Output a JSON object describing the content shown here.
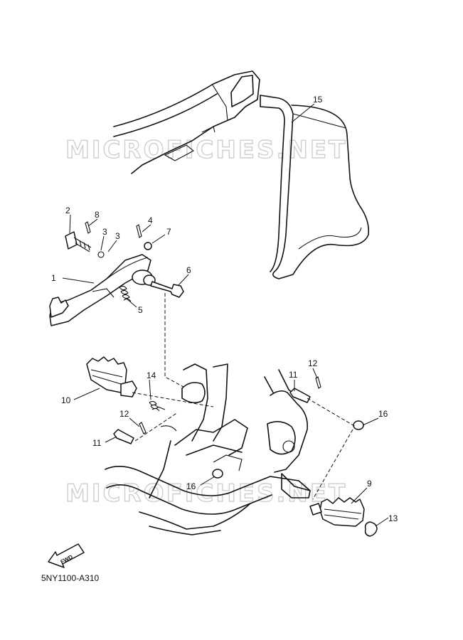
{
  "diagram": {
    "watermark": "MICROFICHES.NET",
    "diagram_code": "5NY1100-A310",
    "fwd_label": "FWD",
    "callouts": [
      {
        "id": "c1",
        "label": "1"
      },
      {
        "id": "c2",
        "label": "2"
      },
      {
        "id": "c3a",
        "label": "3"
      },
      {
        "id": "c3b",
        "label": "3"
      },
      {
        "id": "c4",
        "label": "4"
      },
      {
        "id": "c5",
        "label": "5"
      },
      {
        "id": "c6",
        "label": "6"
      },
      {
        "id": "c7",
        "label": "7"
      },
      {
        "id": "c8",
        "label": "8"
      },
      {
        "id": "c9",
        "label": "9"
      },
      {
        "id": "c10",
        "label": "10"
      },
      {
        "id": "c11a",
        "label": "11"
      },
      {
        "id": "c11b",
        "label": "11"
      },
      {
        "id": "c12a",
        "label": "12"
      },
      {
        "id": "c12b",
        "label": "12"
      },
      {
        "id": "c13",
        "label": "13"
      },
      {
        "id": "c14",
        "label": "14"
      },
      {
        "id": "c15",
        "label": "15"
      },
      {
        "id": "c16a",
        "label": "16"
      },
      {
        "id": "c16b",
        "label": "16"
      }
    ]
  }
}
